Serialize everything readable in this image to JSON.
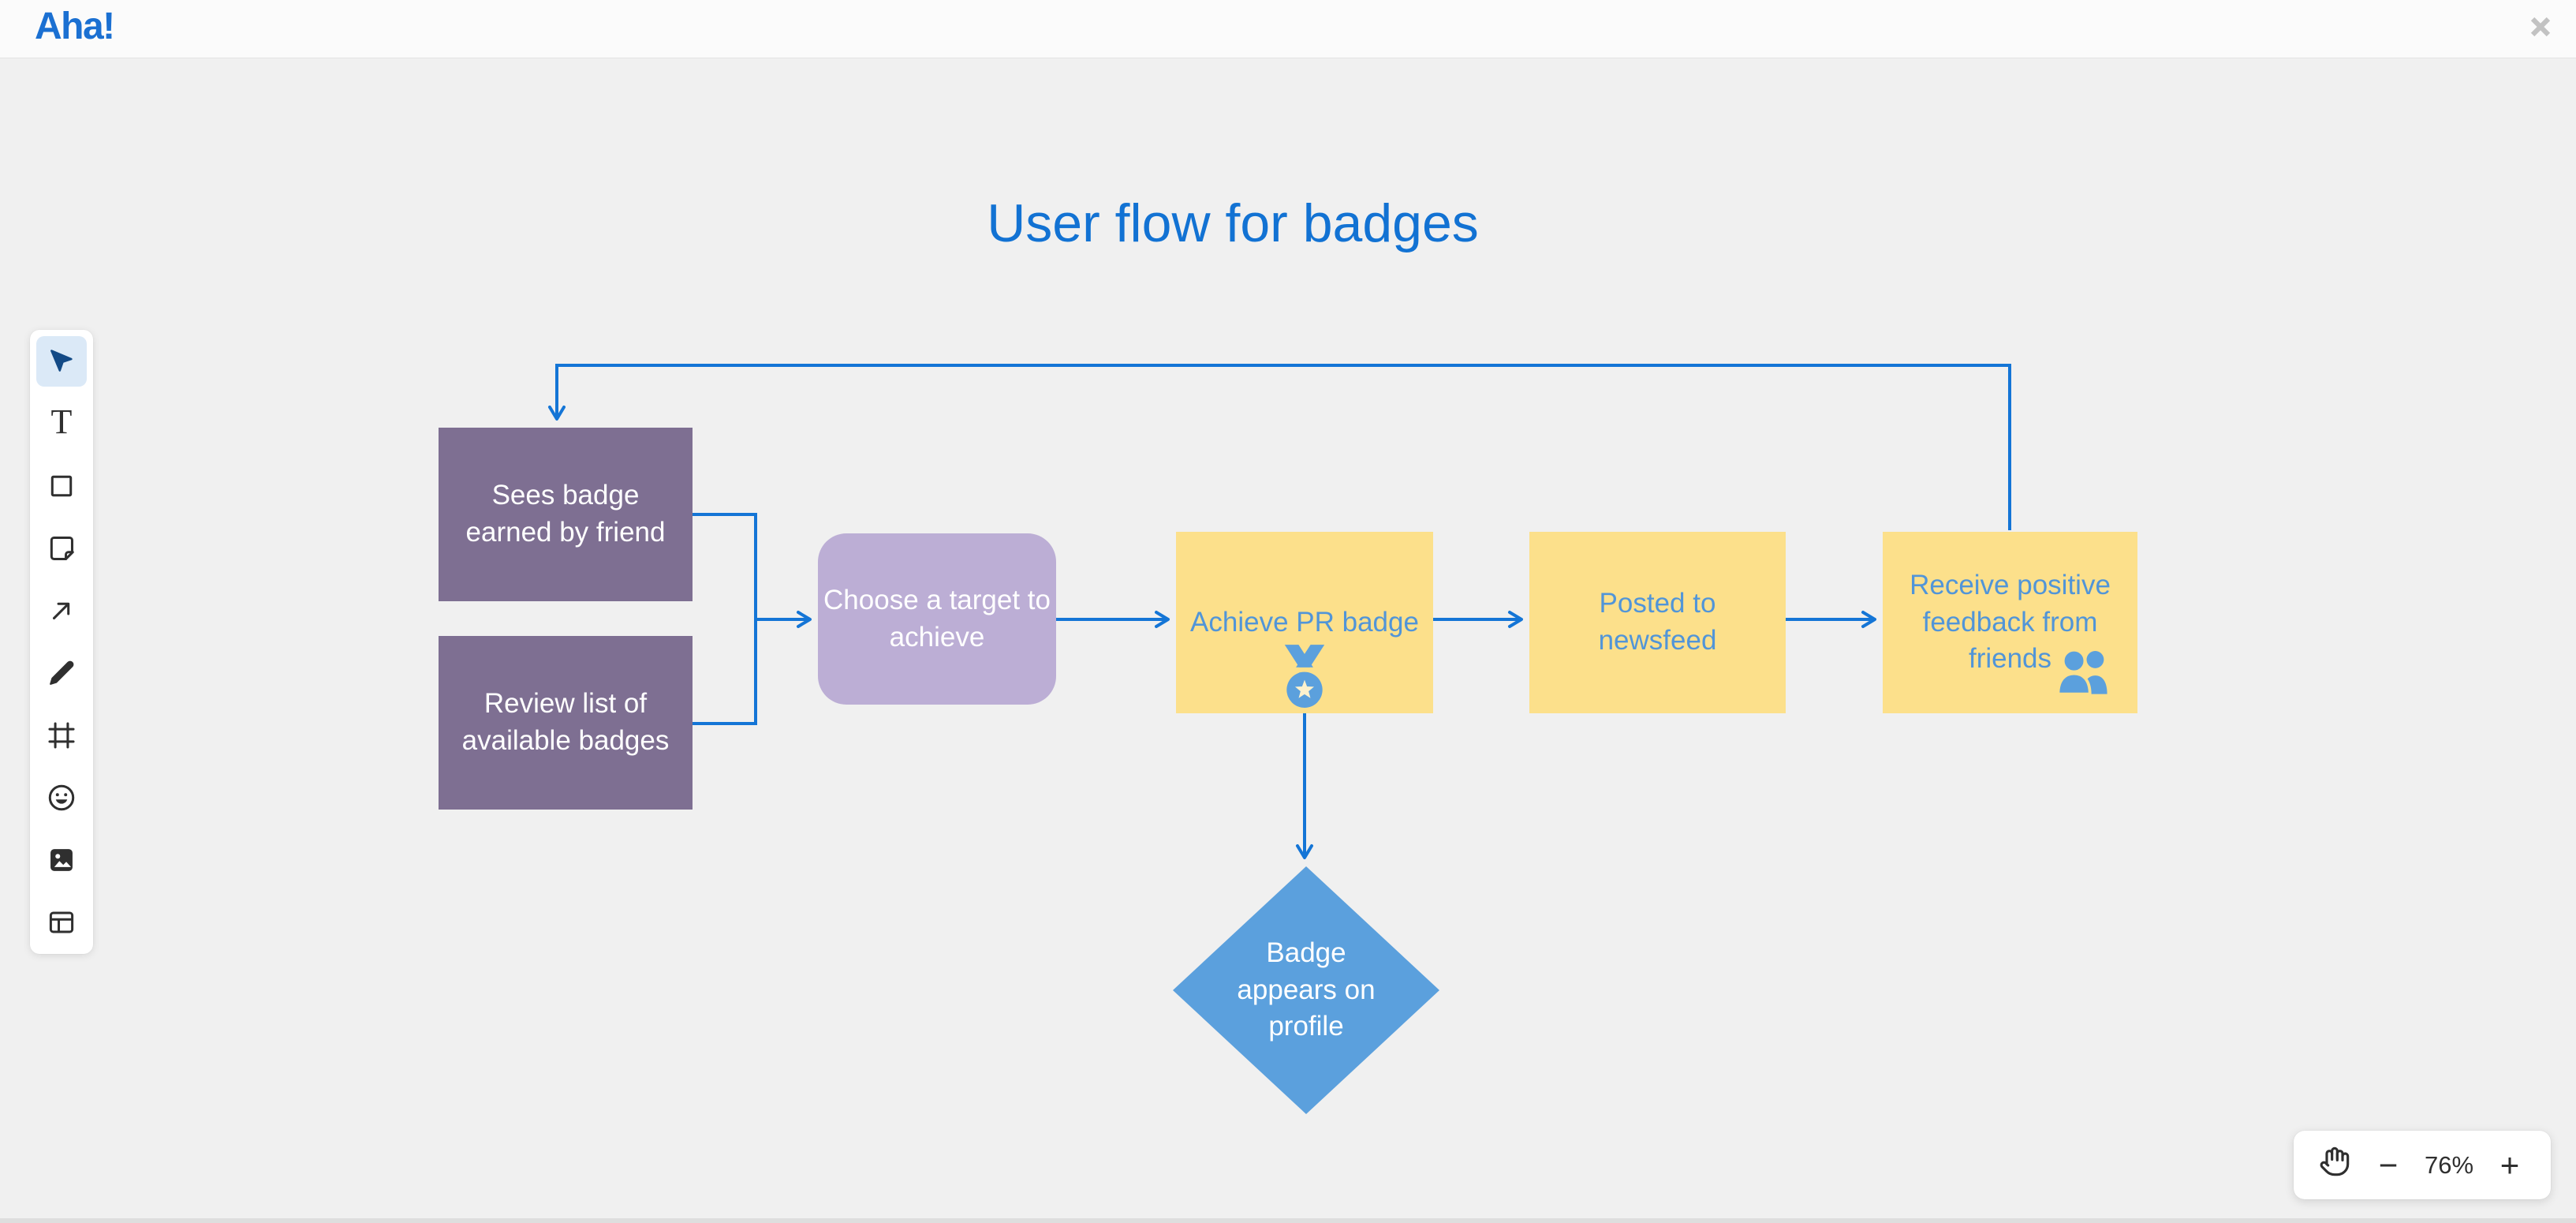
{
  "header": {
    "logo_text": "Aha!",
    "close_icon": "close-icon"
  },
  "canvas": {
    "title": "User flow for badges"
  },
  "toolbar": {
    "items": [
      {
        "name": "select-tool",
        "icon": "cursor-icon",
        "selected": true
      },
      {
        "name": "text-tool",
        "icon": "text-icon",
        "glyph": "T"
      },
      {
        "name": "shape-tool",
        "icon": "rectangle-icon"
      },
      {
        "name": "sticky-note-tool",
        "icon": "sticky-note-icon"
      },
      {
        "name": "connector-tool",
        "icon": "arrow-icon"
      },
      {
        "name": "draw-tool",
        "icon": "pencil-icon"
      },
      {
        "name": "frame-tool",
        "icon": "frame-icon"
      },
      {
        "name": "emoji-tool",
        "icon": "emoji-icon"
      },
      {
        "name": "image-tool",
        "icon": "image-icon"
      },
      {
        "name": "template-tool",
        "icon": "layout-icon"
      }
    ]
  },
  "flow": {
    "nodes": [
      {
        "id": "sees-badge",
        "label": "Sees badge earned by friend",
        "shape": "rectangle",
        "color": "#7e6f92"
      },
      {
        "id": "review-list",
        "label": "Review list of available badges",
        "shape": "rectangle",
        "color": "#7e6f92"
      },
      {
        "id": "choose-target",
        "label": "Choose a target to achieve",
        "shape": "rounded-rectangle",
        "color": "#bcaed5"
      },
      {
        "id": "achieve-pr-badge",
        "label": "Achieve PR badge",
        "shape": "rectangle",
        "color": "#fce08b",
        "icon": "medal-icon"
      },
      {
        "id": "posted-newsfeed",
        "label": "Posted to newsfeed",
        "shape": "rectangle",
        "color": "#fce08b"
      },
      {
        "id": "receive-feedback",
        "label": "Receive positive feedback from friends",
        "shape": "rectangle",
        "color": "#fce08b",
        "icon": "people-icon"
      },
      {
        "id": "badge-profile",
        "label": "Badge appears on profile",
        "shape": "diamond",
        "color": "#5ba0dd"
      }
    ]
  },
  "zoom_controls": {
    "pan_icon": "hand-icon",
    "zoom_out_label": "−",
    "zoom_level": "76%",
    "zoom_in_label": "+"
  },
  "colors": {
    "canvas_background": "#f0f0f0",
    "brand_blue": "#1b70d2",
    "title_blue": "#1272d3",
    "connector_blue": "#1475d6",
    "node_purple": "#7e6f92",
    "node_lavender": "#bcaed5",
    "node_yellow": "#fce08b",
    "node_blue": "#5ba0dd",
    "yellow_text_blue": "#5195d8",
    "tool_selected_background": "#dbe9f7"
  }
}
